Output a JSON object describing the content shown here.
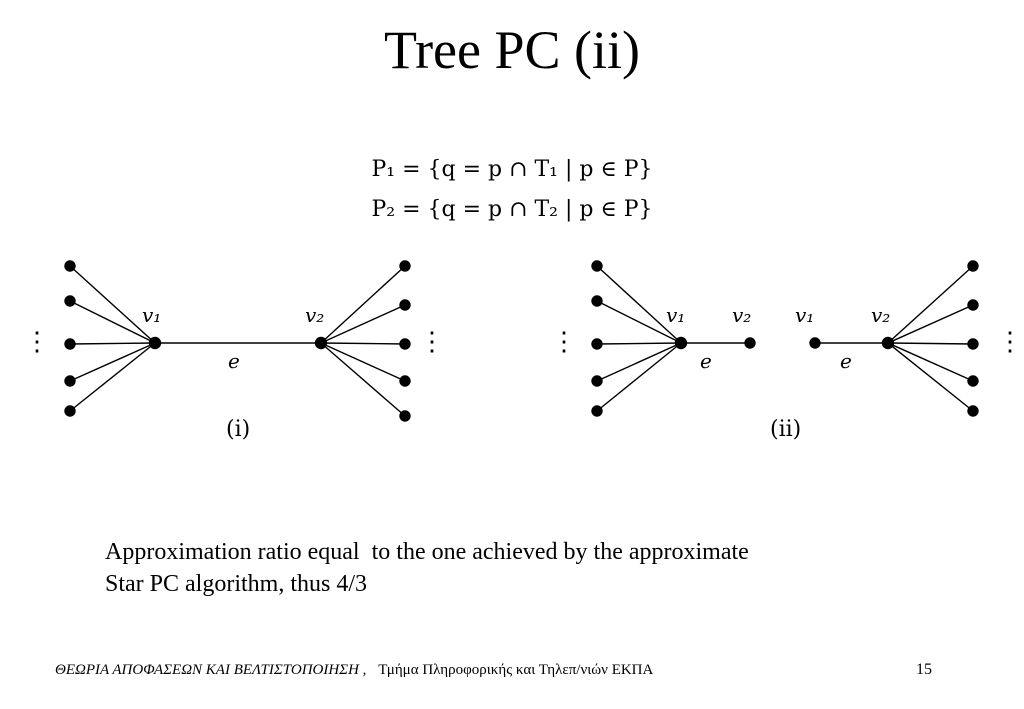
{
  "slide": {
    "title": "Tree PC (ii)",
    "formulas": [
      "P₁ = {q = p ∩ T₁ | p ∈ P}",
      "P₂ = {q = p ∩ T₂ | p ∈ P}"
    ],
    "body_text_line1": "Approximation ratio equal  to the one achieved by the approximate",
    "body_text_line2": "Star PC algorithm, thus 4/3"
  },
  "figure": {
    "panel_i": {
      "caption": "(i)",
      "left_vertex_label": "v₁",
      "right_vertex_label": "v₂",
      "edge_label": "e",
      "left_leaf_count": 5,
      "right_leaf_count": 5
    },
    "panel_ii": {
      "caption": "(ii)",
      "left_tree": {
        "hub_label": "v₁",
        "cut_end_label": "v₂",
        "edge_label": "e",
        "leaf_count": 5
      },
      "right_tree": {
        "hub_label": "v₂",
        "cut_end_label": "v₁",
        "edge_label": "e",
        "leaf_count": 5
      }
    },
    "ellipsis_symbol": "⋮"
  },
  "footer": {
    "course_title": "ΘΕΩΡΙΑ ΑΠΟΦΑΣΕΩΝ ΚΑΙ ΒΕΛΤΙΣΤΟΠΟΙΗΣΗ ,",
    "department": "Τμήμα Πληροφορικής και Τηλεπ/νιών ΕΚΠΑ",
    "page_number": "15"
  }
}
